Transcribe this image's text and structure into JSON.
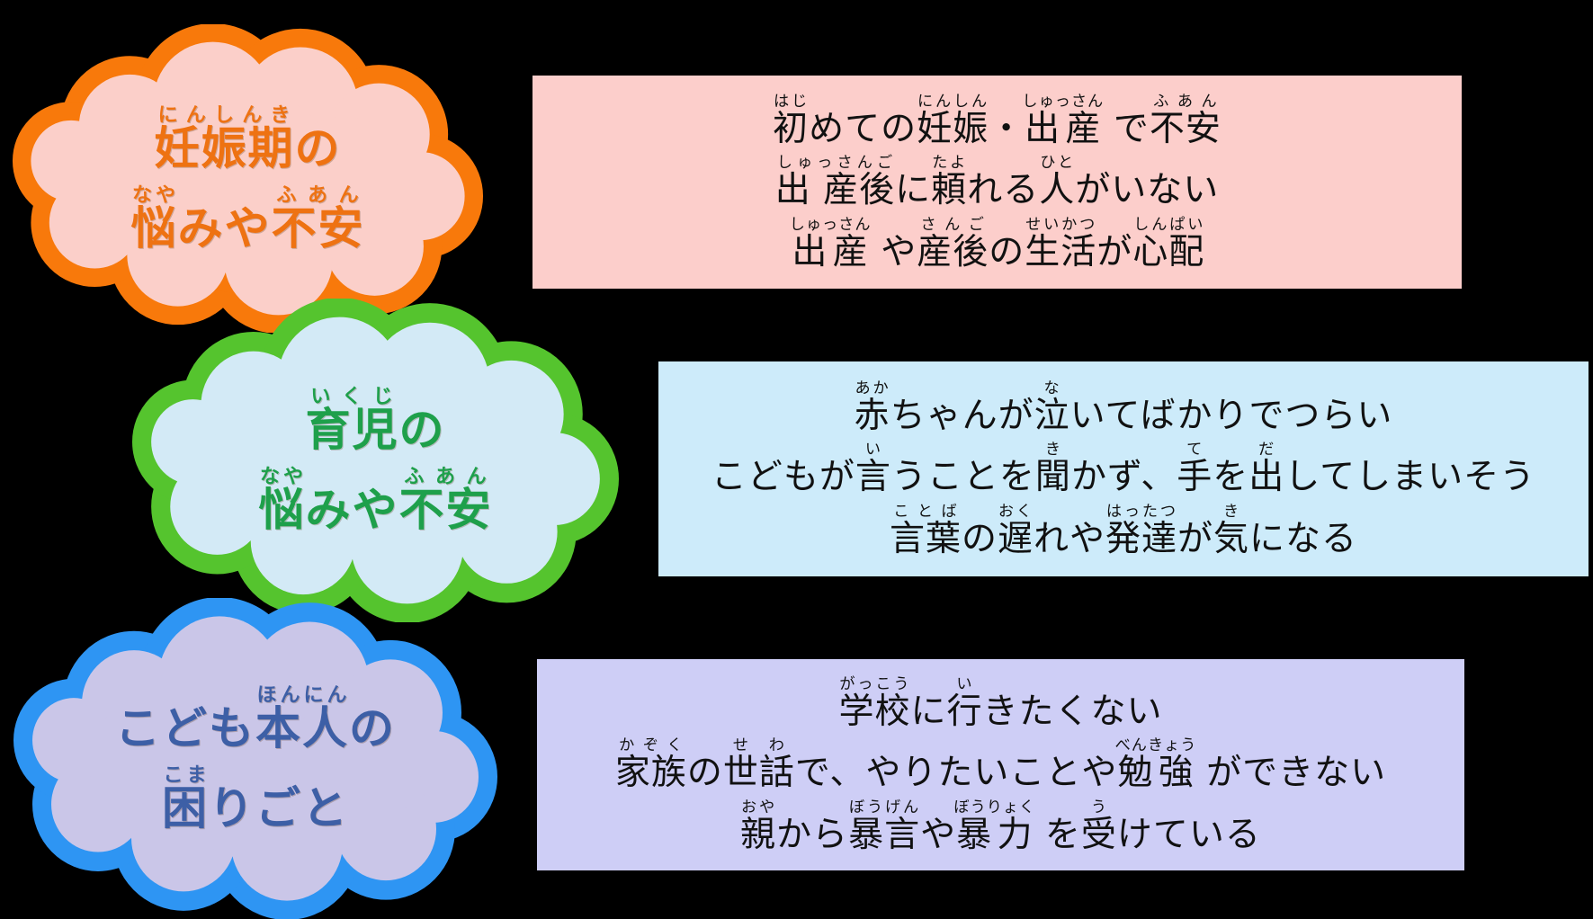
{
  "page": {
    "background": "#000000",
    "description_colors": {
      "cloud1_border": "#F8790B",
      "cloud1_fill": "#FBCFC9",
      "cloud1_text": "#EE7212",
      "cloud2_border": "#55C42E",
      "cloud2_fill": "#D3EAF6",
      "cloud2_text": "#1EA04B",
      "cloud3_border": "#2E95F3",
      "cloud3_fill": "#CAC6E8",
      "cloud3_text": "#3D5FA6",
      "box1_bg": "#FCCECB",
      "box2_bg": "#CDEBFA",
      "box3_bg": "#CECEF6",
      "box_text": "#111111"
    }
  },
  "clouds": [
    {
      "id": "pregnancy-worries",
      "border": "#F8790B",
      "fill": "#FBCFC9",
      "text_color": "#EE7212",
      "lines": [
        [
          {
            "t": "妊娠期",
            "r": "にんしんき"
          },
          {
            "t": "の"
          }
        ],
        [
          {
            "t": "悩",
            "r": "なや"
          },
          {
            "t": "みや"
          },
          {
            "t": "不安",
            "r": "ふあん"
          }
        ]
      ]
    },
    {
      "id": "childcare-worries",
      "border": "#55C42E",
      "fill": "#D3EAF6",
      "text_color": "#1EA04B",
      "lines": [
        [
          {
            "t": "育児",
            "r": "いくじ"
          },
          {
            "t": "の"
          }
        ],
        [
          {
            "t": "悩",
            "r": "なや"
          },
          {
            "t": "みや"
          },
          {
            "t": "不安",
            "r": "ふあん"
          }
        ]
      ]
    },
    {
      "id": "child-own-troubles",
      "border": "#2E95F3",
      "fill": "#CAC6E8",
      "text_color": "#3D5FA6",
      "lines": [
        [
          {
            "t": "こども"
          },
          {
            "t": "本人",
            "r": "ほんにん"
          },
          {
            "t": "の"
          }
        ],
        [
          {
            "t": "困",
            "r": "こま"
          },
          {
            "t": "りごと"
          }
        ]
      ]
    }
  ],
  "boxes": [
    {
      "id": "pregnancy-examples",
      "bg": "#FCCECB",
      "text_color": "#111111",
      "lines": [
        [
          {
            "t": "初",
            "r": "はじ"
          },
          {
            "t": "めての"
          },
          {
            "t": "妊娠",
            "r": "にんしん"
          },
          {
            "t": "・"
          },
          {
            "t": "出産",
            "r": "しゅっさん"
          },
          {
            "t": " で"
          },
          {
            "t": "不安",
            "r": "ふあん"
          }
        ],
        [
          {
            "t": "出 産後",
            "r": "しゅっさんご"
          },
          {
            "t": "に"
          },
          {
            "t": "頼",
            "r": "たよ"
          },
          {
            "t": "れる"
          },
          {
            "t": "人",
            "r": "ひと"
          },
          {
            "t": "がいない"
          }
        ],
        [
          {
            "t": "出産",
            "r": "しゅっさん"
          },
          {
            "t": " や"
          },
          {
            "t": "産後",
            "r": "さんご"
          },
          {
            "t": "の"
          },
          {
            "t": "生活",
            "r": "せいかつ"
          },
          {
            "t": "が"
          },
          {
            "t": "心配",
            "r": "しんぱい"
          }
        ]
      ]
    },
    {
      "id": "childcare-examples",
      "bg": "#CDEBFA",
      "text_color": "#111111",
      "lines": [
        [
          {
            "t": "赤",
            "r": "あか"
          },
          {
            "t": "ちゃんが"
          },
          {
            "t": "泣",
            "r": "な"
          },
          {
            "t": "いてばかりでつらい"
          }
        ],
        [
          {
            "t": "こどもが"
          },
          {
            "t": "言",
            "r": "い"
          },
          {
            "t": "うことを"
          },
          {
            "t": "聞",
            "r": "き"
          },
          {
            "t": "かず、"
          },
          {
            "t": "手",
            "r": "て"
          },
          {
            "t": "を"
          },
          {
            "t": "出",
            "r": "だ"
          },
          {
            "t": "してしまいそう"
          }
        ],
        [
          {
            "t": "言葉",
            "r": "ことば"
          },
          {
            "t": "の"
          },
          {
            "t": "遅",
            "r": "おく"
          },
          {
            "t": "れや"
          },
          {
            "t": "発達",
            "r": "はったつ"
          },
          {
            "t": "が"
          },
          {
            "t": "気",
            "r": "き"
          },
          {
            "t": "になる"
          }
        ]
      ]
    },
    {
      "id": "child-own-examples",
      "bg": "#CECEF6",
      "text_color": "#111111",
      "lines": [
        [
          {
            "t": "学校",
            "r": "がっこう"
          },
          {
            "t": "に"
          },
          {
            "t": "行",
            "r": "い"
          },
          {
            "t": "きたくない"
          }
        ],
        [
          {
            "t": "家族",
            "r": "かぞく"
          },
          {
            "t": "の"
          },
          {
            "t": "世話",
            "r": "せわ"
          },
          {
            "t": "で、やりたいことや"
          },
          {
            "t": "勉強",
            "r": "べんきょう"
          },
          {
            "t": " ができない"
          }
        ],
        [
          {
            "t": "親",
            "r": "おや"
          },
          {
            "t": "から"
          },
          {
            "t": "暴言",
            "r": "ぼうげん"
          },
          {
            "t": "や"
          },
          {
            "t": "暴力",
            "r": "ぼうりょく"
          },
          {
            "t": " を"
          },
          {
            "t": "受",
            "r": "う"
          },
          {
            "t": "けている"
          }
        ]
      ]
    }
  ]
}
